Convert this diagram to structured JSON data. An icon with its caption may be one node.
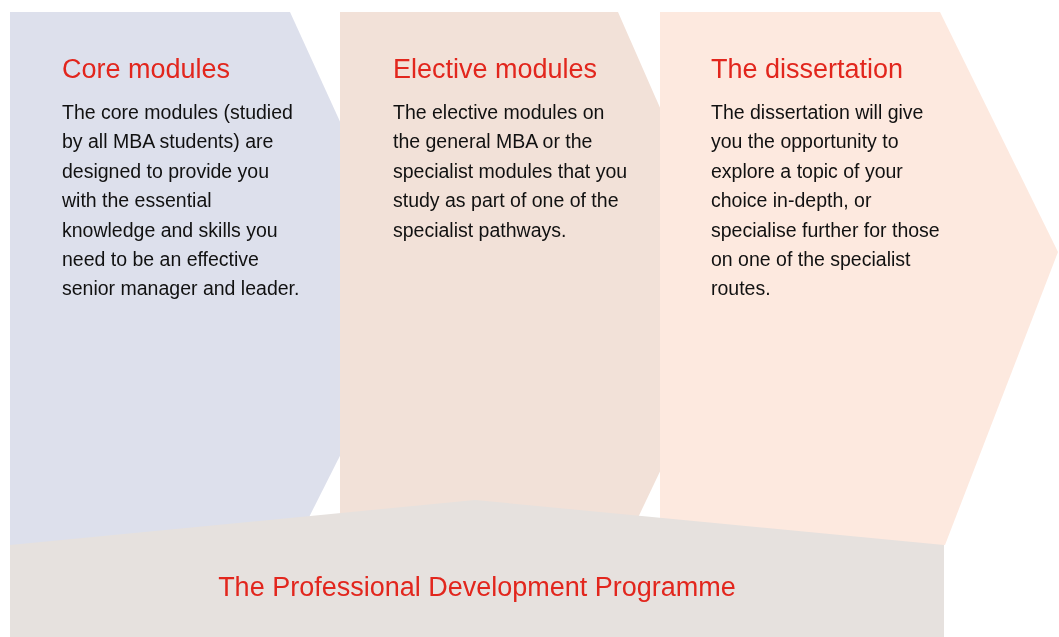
{
  "diagram": {
    "nodes": [
      {
        "text": [
          "Core modules",
          "The core modules (studied by all MBA students) are designed to provide you with the essential knowledge and skills you need to be an effective senior manager and leader."
        ]
      },
      {
        "text": [
          "Elective modules",
          "The elective modules on the general MBA or the specialist modules that you study as part of one of the specialist pathways."
        ]
      },
      {
        "text": [
          "The dissertation",
          "The dissertation will give you the opportunity to explore a topic of your choice in-depth, or specialise further for those on one of the specialist routes."
        ]
      },
      {
        "text": [
          "The Professional Development Programme"
        ]
      }
    ]
  }
}
